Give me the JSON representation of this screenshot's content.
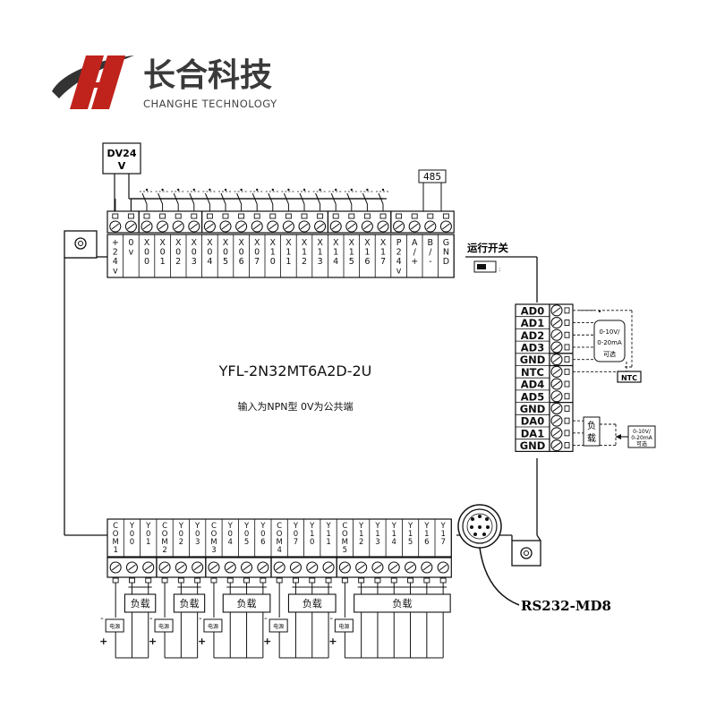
{
  "brand": {
    "name_cn": "长合科技",
    "name_en": "CHANGHE TECHNOLOGY"
  },
  "model": "YFL-2N32MT6A2D-2U",
  "subtitle": "输入为NPN型  0V为公共端",
  "power_label": "DV24",
  "power_label_unit": "V",
  "bus_label": "485",
  "run_switch_label": "运行开关",
  "serial_port_label": "RS232-MD8",
  "top_terminals": [
    [
      "+",
      "2",
      "4",
      "v"
    ],
    [
      "0",
      "v"
    ],
    [
      "X",
      "0",
      "0"
    ],
    [
      "X",
      "0",
      "1"
    ],
    [
      "X",
      "0",
      "2"
    ],
    [
      "X",
      "0",
      "3"
    ],
    [
      "X",
      "0",
      "4"
    ],
    [
      "X",
      "0",
      "5"
    ],
    [
      "X",
      "0",
      "6"
    ],
    [
      "X",
      "0",
      "7"
    ],
    [
      "X",
      "1",
      "0"
    ],
    [
      "X",
      "1",
      "1"
    ],
    [
      "X",
      "1",
      "2"
    ],
    [
      "X",
      "1",
      "3"
    ],
    [
      "X",
      "1",
      "4"
    ],
    [
      "X",
      "1",
      "5"
    ],
    [
      "X",
      "1",
      "6"
    ],
    [
      "X",
      "1",
      "7"
    ],
    [
      "P",
      "2",
      "4",
      "v"
    ],
    [
      "A",
      "/",
      "+"
    ],
    [
      "B",
      "/",
      "-"
    ],
    [
      "G",
      "N",
      "D"
    ]
  ],
  "bottom_terminals": [
    [
      "C",
      "O",
      "M",
      "1"
    ],
    [
      "Y",
      "0",
      "0"
    ],
    [
      "Y",
      "0",
      "1"
    ],
    [
      "C",
      "O",
      "M",
      "2"
    ],
    [
      "Y",
      "0",
      "2"
    ],
    [
      "Y",
      "0",
      "3"
    ],
    [
      "C",
      "O",
      "M",
      "3"
    ],
    [
      "Y",
      "0",
      "4"
    ],
    [
      "Y",
      "0",
      "5"
    ],
    [
      "Y",
      "0",
      "6"
    ],
    [
      "C",
      "O",
      "M",
      "4"
    ],
    [
      "Y",
      "0",
      "7"
    ],
    [
      "Y",
      "1",
      "0"
    ],
    [
      "Y",
      "1",
      "1"
    ],
    [
      "C",
      "O",
      "M",
      "5"
    ],
    [
      "Y",
      "1",
      "2"
    ],
    [
      "Y",
      "1",
      "3"
    ],
    [
      "Y",
      "1",
      "4"
    ],
    [
      "Y",
      "1",
      "5"
    ],
    [
      "Y",
      "1",
      "6"
    ],
    [
      "Y",
      "1",
      "7"
    ]
  ],
  "analog_terminals": [
    "AD0",
    "AD1",
    "AD2",
    "AD3",
    "GND",
    "NTC",
    "AD4",
    "AD5",
    "GND",
    "DA0",
    "DA1",
    "GND"
  ],
  "analog_input_note": [
    "0-10V/",
    "0-20mA",
    "可选"
  ],
  "ntc_label": "NTC",
  "analog_output_note": [
    "0-10V/",
    "0-20mA",
    "可选"
  ],
  "load_label": "负载",
  "load_label_vertical": [
    "负",
    "载"
  ],
  "power_source_label": "电源",
  "plus_sign": "+",
  "minus_sign": "-",
  "colors": {
    "line": "#111111",
    "logo_red": "#c0221c",
    "logo_dark": "#333333"
  }
}
